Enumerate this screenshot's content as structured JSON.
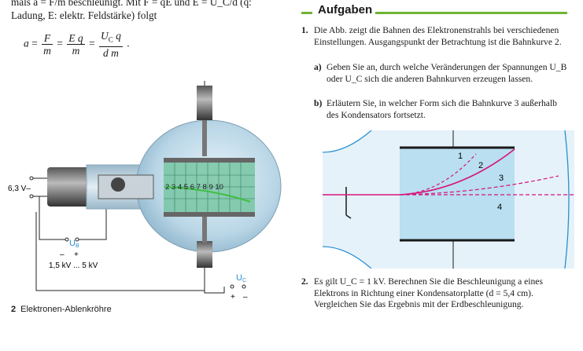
{
  "intro_text": "mals a = F/m beschleunigt. Mit F = qE und E = U_C/d (q: Ladung, E: elektr. Feldstärke) folgt",
  "formula": {
    "lhs": "a",
    "eq": "=",
    "f1_num": "F",
    "f1_den": "m",
    "f2_num": "E q",
    "f2_den": "m",
    "f3_num": "U",
    "f3_num_sub": "C",
    "f3_num_tail": " q",
    "f3_den": "d m",
    "end": "."
  },
  "left_figure": {
    "voltage_heater": "6,3 V",
    "ub_label": "U",
    "ub_sub": "B",
    "ub_range": "1,5 kV ... 5 kV",
    "uc_label": "U",
    "uc_sub": "C",
    "screen_scale": "2 3 4 5 6 7 8 9 10",
    "minus_sign": "–",
    "plus_sign": "+"
  },
  "caption": {
    "number": "2",
    "text": "Elektronen-Ablenkröhre"
  },
  "section_title": "Aufgaben",
  "tasks": {
    "t1_num": "1.",
    "t1_text": "Die Abb. zeigt die Bahnen des Elektronenstrahls bei verschiedenen Einstellungen. Ausgangspunkt der Betrachtung ist die Bahnkurve 2.",
    "t1a_label": "a)",
    "t1a_text": "Geben Sie an, durch welche Veränderungen der Spannungen U_B oder U_C sich die anderen Bahnkurven erzeugen lassen.",
    "t1b_label": "b)",
    "t1b_text": "Erläutern Sie, in welcher Form sich die Bahnkurve 3 außerhalb des Kondensators fortsetzt.",
    "t2_num": "2.",
    "t2_text": "Es gilt U_C = 1 kV. Berechnen Sie die Beschleunigung a eines Elektrons in Richtung einer Kondensatorplatte (d = 5,4 cm). Vergleichen Sie das Ergebnis mit der Erdbeschleunigung."
  },
  "right_figure": {
    "curve_labels": [
      "1",
      "2",
      "3",
      "4"
    ]
  },
  "colors": {
    "accent_green": "#6fb535",
    "beam_magenta": "#d6147d",
    "field_blue": "#cfe8f5",
    "label_blue": "#2a8fd0"
  }
}
